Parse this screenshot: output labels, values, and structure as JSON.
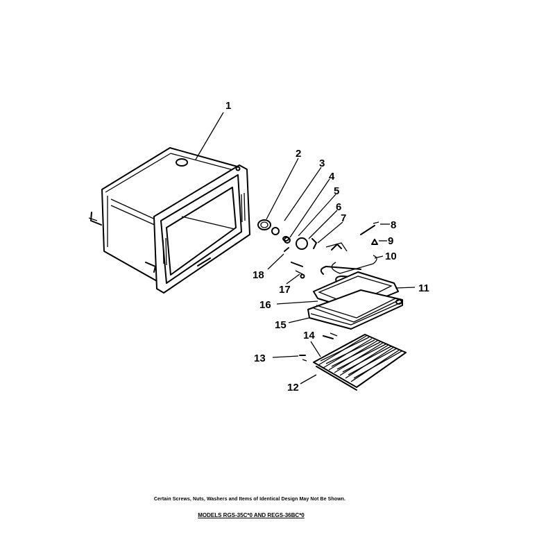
{
  "callouts": {
    "c1": "1",
    "c2": "2",
    "c3": "3",
    "c4": "4",
    "c5": "5",
    "c6": "6",
    "c7": "7",
    "c8": "8",
    "c9": "9",
    "c10": "10",
    "c11": "11",
    "c12": "12",
    "c13": "13",
    "c14": "14",
    "c15": "15",
    "c16": "16",
    "c17": "17",
    "c18": "18"
  },
  "footnote": "Certain Screws, Nuts, Washers and Items of Identical Design May Not Be Shown.",
  "models": "MODELS RGS-35C*0 AND REGS-36BC*0"
}
